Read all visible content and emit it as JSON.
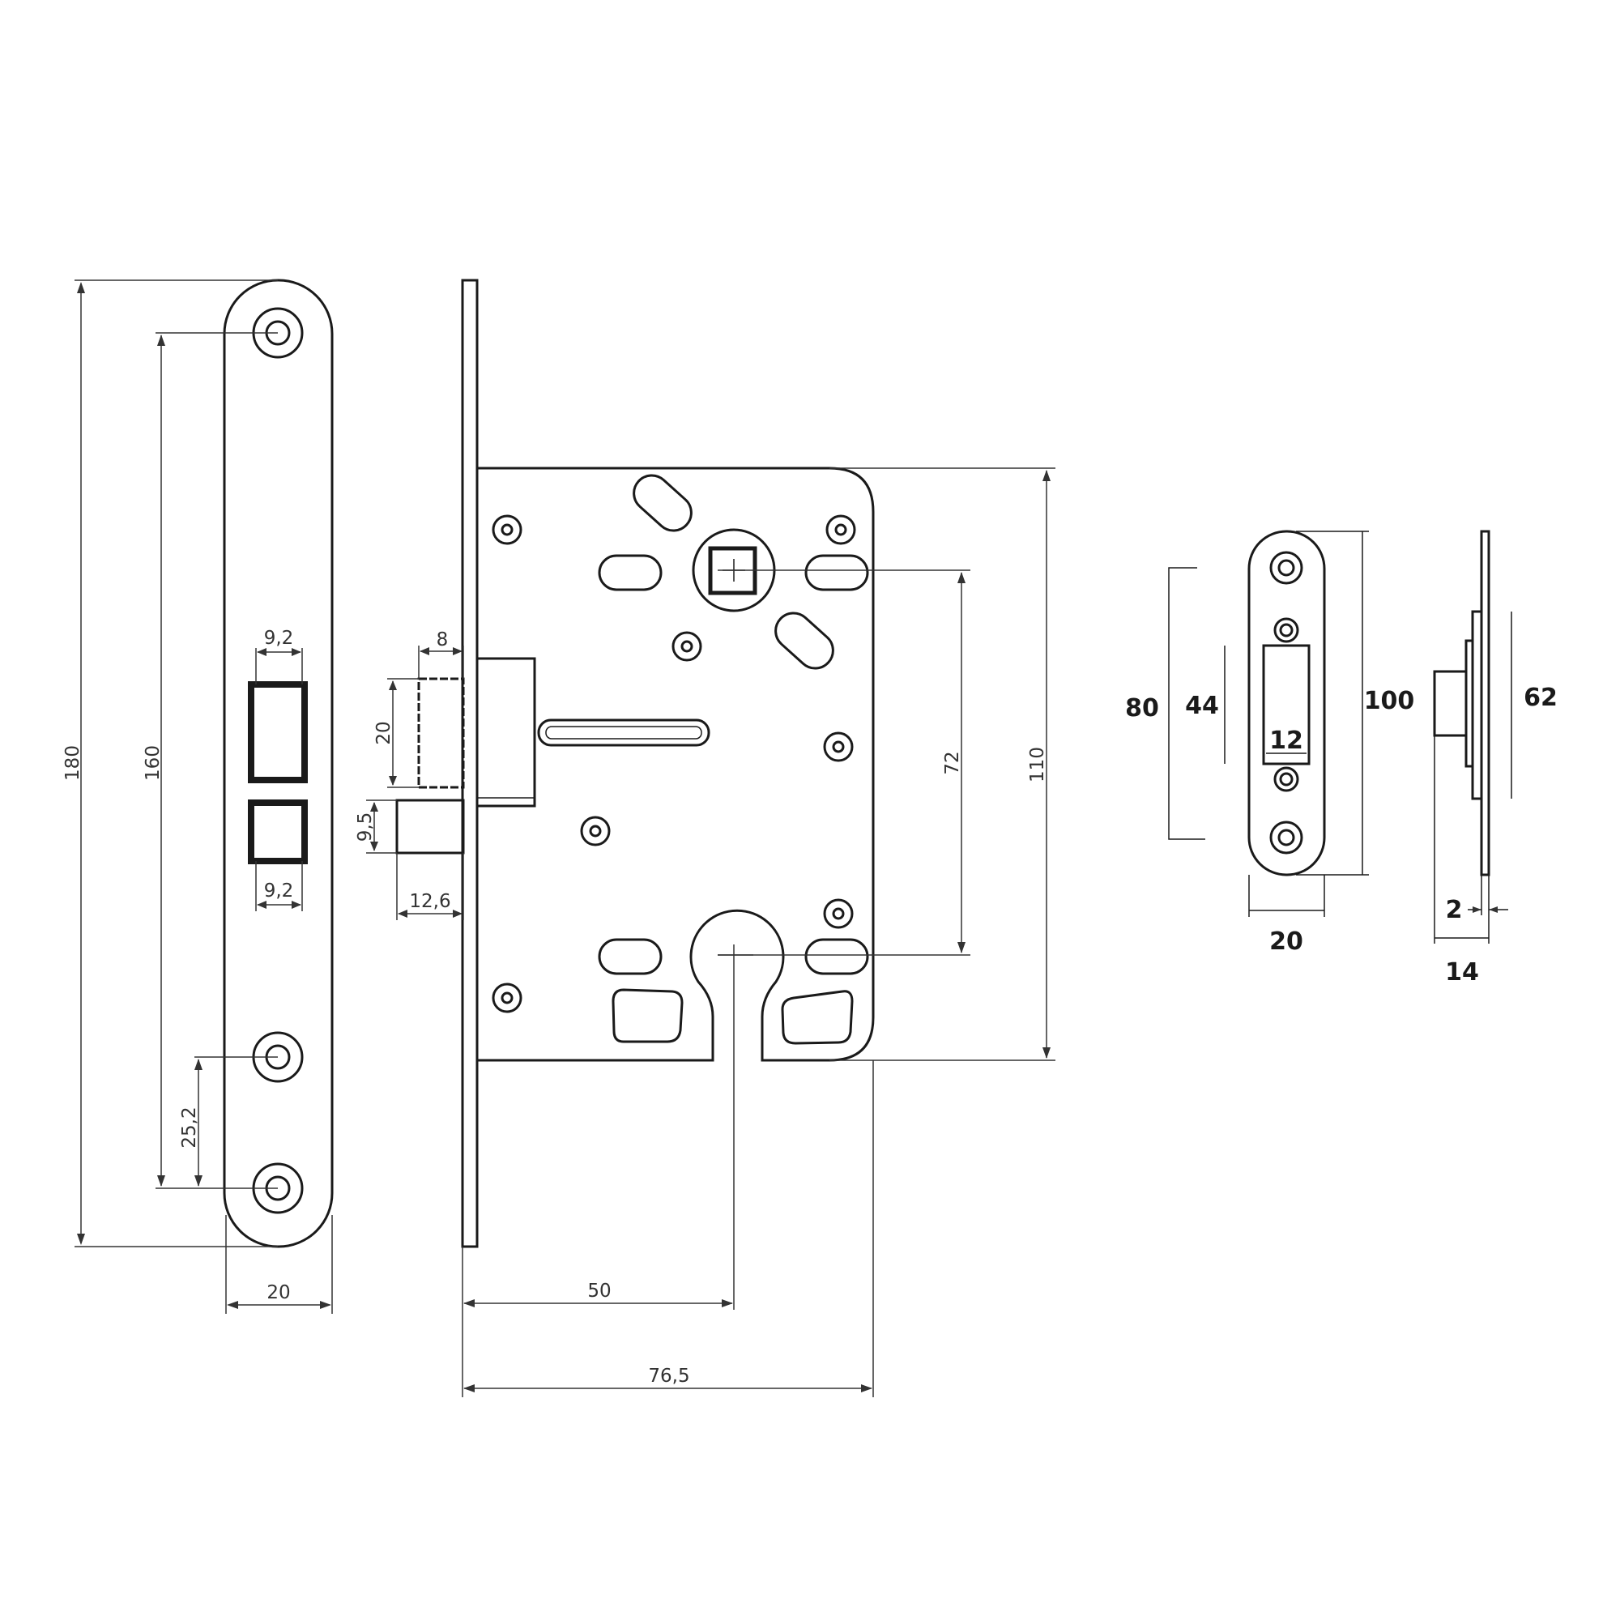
{
  "faceplate": {
    "label_180": "180",
    "label_160": "160",
    "label_25_2": "25,2",
    "label_9_2_top": "9,2",
    "label_9_2_bottom": "9,2",
    "label_20": "20"
  },
  "lock_body": {
    "label_8": "8",
    "label_20": "20",
    "label_9_5": "9,5",
    "label_12_6": "12,6",
    "label_72": "72",
    "label_110": "110",
    "label_50": "50",
    "label_76_5": "76,5"
  },
  "strike_plate": {
    "label_80": "80",
    "label_44": "44",
    "label_100": "100",
    "label_12": "12",
    "label_20": "20"
  },
  "strike_side": {
    "label_62": "62",
    "label_2": "2",
    "label_14": "14"
  }
}
